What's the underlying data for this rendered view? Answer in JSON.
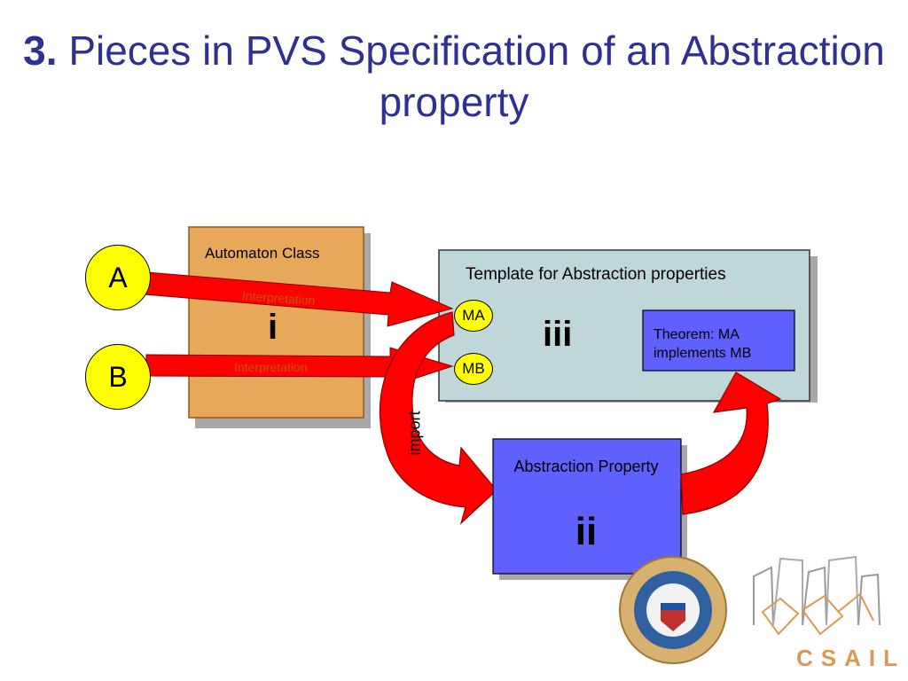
{
  "title": {
    "number": "3.",
    "text": "Pieces in PVS Specification of an Abstraction property"
  },
  "automaton": {
    "title": "Automaton Class",
    "roman": "i"
  },
  "template": {
    "title": "Template for Abstraction properties",
    "roman": "iii"
  },
  "theorem": {
    "text": "Theorem: MA implements MB"
  },
  "abstraction": {
    "label": "Abstraction Property",
    "roman": "ii"
  },
  "nodes": {
    "a": "A",
    "b": "B",
    "ma": "MA",
    "mb": "MB"
  },
  "arrows": {
    "interpretation_1": "Interpretation",
    "interpretation_2": "Interpretation",
    "import": "import"
  },
  "logos": {
    "csail": "CSAIL"
  },
  "colors": {
    "title": "#2e3192",
    "automaton_box": "#e8a85a",
    "template_box": "#c0d7da",
    "abstraction_box": "#6060ff",
    "node_fill": "#ffff00",
    "arrow_red": "#ff0000"
  }
}
